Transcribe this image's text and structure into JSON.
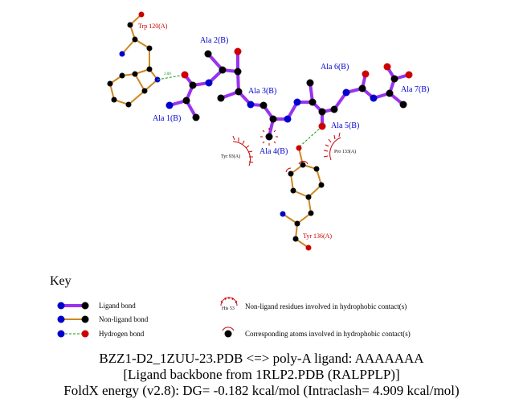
{
  "ligand_residues": [
    {
      "label": "Ala 1(B)"
    },
    {
      "label": "Ala 2(B)"
    },
    {
      "label": "Ala 3(B)"
    },
    {
      "label": "Ala 4(B)"
    },
    {
      "label": "Ala 5(B)"
    },
    {
      "label": "Ala 6(B)"
    },
    {
      "label": "Ala 7(B)"
    }
  ],
  "nonligand_residues": [
    {
      "label": "Trp 120(A)"
    },
    {
      "label": "Tyr 136(A)"
    }
  ],
  "hydrophobic_contacts": [
    {
      "label": "Tyr 93(A)"
    },
    {
      "label": "Pro 133(A)"
    }
  ],
  "hbond_distance": "3.00",
  "key": {
    "title": "Key",
    "ligand_bond": "Ligand bond",
    "nonligand_bond": "Non-ligand bond",
    "hydrogen_bond": "Hydrogen bond",
    "hp_example_label": "His 53",
    "hp_residues": "Non-ligand residues involved in hydrophobic contact(s)",
    "hp_atoms": "Corresponding atoms involved in hydrophobic contact(s)"
  },
  "caption": {
    "line1": "BZZ1-D2_1ZUU-23.PDB <=> poly-A ligand: AAAAAAA",
    "line2": "[Ligand backbone from 1RLP2.PDB (RALPPLP)]",
    "line3": "FoldX energy (v2.8): DG= -0.182 kcal/mol (Intraclash= 4.909 kcal/mol)"
  },
  "colors": {
    "ligand_bond": "#9933ee",
    "nonligand_bond": "#cc8822",
    "hbond": "#119911",
    "carbon": "#000000",
    "nitrogen": "#0000cc",
    "oxygen": "#cc0000",
    "hydrophobic_arc": "#cc0000"
  }
}
